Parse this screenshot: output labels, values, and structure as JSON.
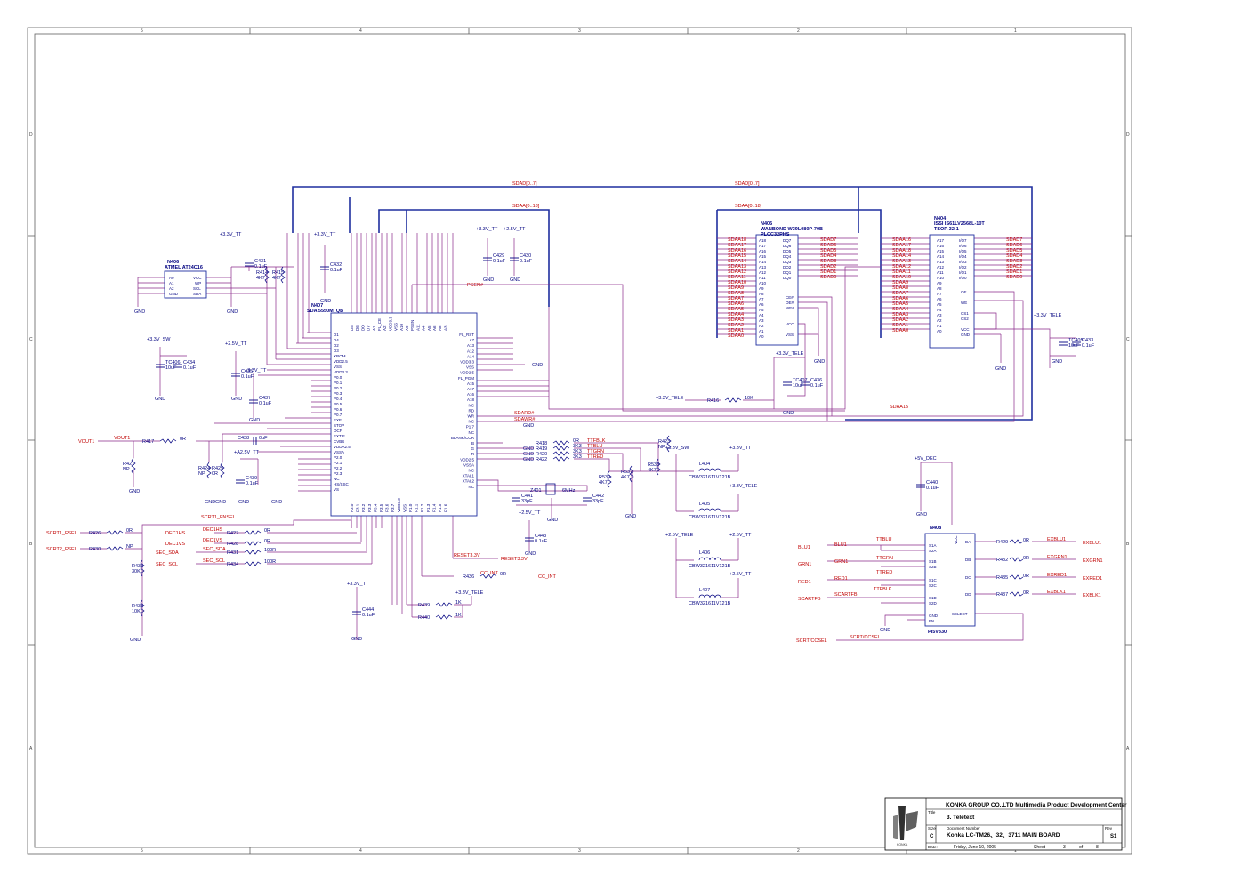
{
  "sheet": {
    "frame_cols": [
      "5",
      "4",
      "3",
      "2",
      "1"
    ],
    "frame_rows": [
      "D",
      "C",
      "B",
      "A"
    ]
  },
  "title_block": {
    "company": "KONKA GROUP CO.,LTD Multimedia Product Development Center",
    "title_label": "Title",
    "title": "3. Teletext",
    "size_label": "Size",
    "size": "C",
    "docnum_label": "Document Number",
    "docnum": "Konka LC-TM26、32、3711 MAIN BOARD",
    "rev_label": "Rev",
    "rev": "S1",
    "date_label": "Date:",
    "date": "Friday, June 10, 2005",
    "sheet_label": "Sheet",
    "sheet_num": "3",
    "of_label": "of",
    "sheet_total": "8",
    "logo_sub": "KONKA"
  },
  "buses": {
    "sdad": "SDAD[0..7]",
    "sdaa": "SDAA[0..18]",
    "sdaa15": "SDAA15"
  },
  "n407": {
    "ref": "N407",
    "part": "SDA 5550M_QB",
    "left_pins": [
      "D1",
      "D4",
      "D2",
      "D3",
      "XROM",
      "VDD2.5",
      "VSS",
      "VDD3.3",
      "P0.0",
      "P0.1",
      "P0.2",
      "P0.3",
      "P0.4",
      "P0.5",
      "P0.6",
      "P0.7",
      "EXE",
      "STOP",
      "OCF",
      "EXTIF",
      "CVBS",
      "VDDA2.5",
      "VSSA",
      "P2.0",
      "P2.1",
      "P2.2",
      "P2.3",
      "NC",
      "HS/SSC",
      "VS"
    ],
    "right_pins": [
      "FL_RST",
      "A7",
      "A13",
      "A12",
      "A14",
      "VDD3.3",
      "VSS",
      "VDD2.5",
      "FL_PGM",
      "A15",
      "A17",
      "A16",
      "A18",
      "NC",
      "RD",
      "WR",
      "NC",
      "P1.7",
      "NC",
      "BLANK/COR",
      "B",
      "G",
      "R",
      "VDD2.5",
      "VSSA",
      "NC",
      "XTAL1",
      "XTAL2",
      "NC"
    ],
    "top_pins": [
      "D5",
      "D6",
      "D0",
      "D7",
      "A1",
      "FL_CE",
      "A2",
      "VDD3.3",
      "VSS",
      "A10",
      "A9",
      "PSEN",
      "A11",
      "A4",
      "A5",
      "A6",
      "A8",
      "A3"
    ],
    "bottom_pins": [
      "P3.0",
      "P3.1",
      "P3.2",
      "P3.3",
      "P3.4",
      "P3.5",
      "P3.6",
      "P3.7",
      "VDD3.3",
      "VSS",
      "P1.0",
      "P1.1",
      "P1.2",
      "P1.3",
      "P1.4",
      "P1.5",
      "P1.6"
    ]
  },
  "n405": {
    "ref": "N405",
    "part": "WANBOND W39L080P-70B",
    "pkg": "PLCC32PHS",
    "addr_pins": [
      "A18",
      "A17",
      "A16",
      "A15",
      "A14",
      "A13",
      "A12",
      "A11",
      "A10",
      "A9",
      "A8",
      "A7",
      "A6",
      "A5",
      "A4",
      "A3",
      "A2",
      "A1",
      "A0"
    ],
    "addr_nets": [
      "SDAA18",
      "SDAA17",
      "SDAA16",
      "SDAA15",
      "SDAA14",
      "SDAA13",
      "SDAA12",
      "SDAA11",
      "SDAA10",
      "SDAA9",
      "SDAA8",
      "SDAA7",
      "SDAA6",
      "SDAA5",
      "SDAA4",
      "SDAA3",
      "SDAA2",
      "SDAA1",
      "SDAA0"
    ],
    "data_pins": [
      "DQ7",
      "DQ6",
      "DQ5",
      "DQ4",
      "DQ3",
      "DQ2",
      "DQ1",
      "DQ0"
    ],
    "data_nets": [
      "SDAD7",
      "SDAD6",
      "SDAD5",
      "SDAD4",
      "SDAD3",
      "SDAD2",
      "SDAD1",
      "SDAD0"
    ],
    "ctrl_pins": [
      "CE#",
      "OE#",
      "WE#",
      "VCC",
      "VSS"
    ]
  },
  "n404": {
    "ref": "N404",
    "part": "ISSI IS61LV2568L-10T",
    "pkg": "TSOP-32-1",
    "addr_pins": [
      "A17",
      "A16",
      "A15",
      "A14",
      "A13",
      "A12",
      "A11",
      "A10",
      "A9",
      "A8",
      "A7",
      "A6",
      "A5",
      "A4",
      "A3",
      "A2",
      "A1",
      "A0"
    ],
    "addr_nets": [
      "SDAA16",
      "SDAA17",
      "SDAA18",
      "SDAA14",
      "SDAA13",
      "SDAA12",
      "SDAA11",
      "SDAA10",
      "SDAA9",
      "SDAA8",
      "SDAA7",
      "SDAA6",
      "SDAA5",
      "SDAA4",
      "SDAA3",
      "SDAA2",
      "SDAA1",
      "SDAA0"
    ],
    "data_pins": [
      "I/O7",
      "I/O6",
      "I/O5",
      "I/O4",
      "I/O3",
      "I/O2",
      "I/O1",
      "I/O0"
    ],
    "data_nets": [
      "SDAD7",
      "SDAD6",
      "SDAD5",
      "SDAD4",
      "SDAD3",
      "SDAD2",
      "SDAD1",
      "SDAD0"
    ],
    "ctrl_pins": [
      "OE",
      "WE",
      "CS1",
      "CS2",
      "VCC",
      "GND"
    ]
  },
  "n406": {
    "ref": "N406",
    "part": "ATMEL AT24C16",
    "pins": [
      "A0",
      "A1",
      "A2",
      "GND",
      "VCC",
      "WP",
      "SCL",
      "SDA"
    ]
  },
  "n408": {
    "ref": "N408",
    "part": "PI5V330",
    "left_pins": [
      "S1A",
      "S2A",
      "S1B",
      "S2B",
      "S1C",
      "S2C",
      "S1D",
      "S2D",
      "GND",
      "EN"
    ],
    "right_pins": [
      "DA",
      "DB",
      "DC",
      "DD",
      "SELECT"
    ],
    "vcc": "VCC",
    "in_nets": [
      "TTBLU",
      "BLU1",
      "TTGRN",
      "GRN1",
      "TTRED",
      "RED1",
      "TTFBLK",
      "SCARTFB"
    ],
    "ports_in": [
      "BLU1",
      "GRN1",
      "RED1",
      "SCARTFB"
    ],
    "resistors": [
      "R429",
      "R432",
      "R435",
      "R437"
    ],
    "res_vals": "0R",
    "out_nets": [
      "EXBLU1",
      "EXGRN1",
      "EXRED1",
      "EXBLK1"
    ]
  },
  "labels": {
    "v33tt": "+3.3V_TT",
    "v25tt": "+2.5V_TT",
    "v33sw": "+3.3V_SW",
    "v33tele": "+3.3V_TELE",
    "v25tele": "+2.5V_TELE",
    "a25tt": "+A2.5V_TT",
    "v5dec": "+5V_DEC",
    "gnd": "GND",
    "psen": "PSEN#",
    "sdard": "SDARD#",
    "sdawr": "SDAWR#",
    "vout1": "VOUT1",
    "scart1_fsel": "SCRT1_FSEL",
    "scart2_fsel": "SCRT2_FSEL",
    "dec1hs": "DEC1HS",
    "dec1vs": "DEC1VS",
    "sec_sda": "SEC_SDA",
    "sec_scl": "SEC_SCL",
    "reset": "RESET3.3V",
    "cc_int": "CC_INT",
    "scrt_ccsel": "SCRT/CCSEL",
    "ttblk": "TTFBLK",
    "ttblu": "TTBLU",
    "ttgrn": "TTGRN",
    "ttred": "TTRED",
    "scrt1_fnsel": "SCRT1_FNSEL"
  },
  "parts": {
    "R417": "R417",
    "R417v": "0R",
    "R421": "R421",
    "R421v": "NP",
    "R424": "R424",
    "R424v": "NP",
    "R425": "R425",
    "R425v": "0R",
    "R426": "R426",
    "R426v": "0R",
    "R430": "R430",
    "R430v": "NP",
    "R433": "R433",
    "R433v": "30K",
    "R438": "R438",
    "R438v": "10K",
    "R427": "R427",
    "R427v": "0R",
    "R428": "R428",
    "R428v": "0R",
    "R431": "R431",
    "R431v": "100R",
    "R434": "R434",
    "R434v": "100R",
    "R436": "R436",
    "R436v": "0R",
    "R439": "R439",
    "R439v": "1K",
    "R440": "R440",
    "R440v": "1K",
    "R416": "R416",
    "R416v": "10K",
    "R414": "R414",
    "R414v": "4K7",
    "R415": "R415",
    "R415v": "4K7",
    "R418": "R418",
    "R418v": "0R",
    "R419": "R419",
    "R419v": "3K3",
    "R420": "R420",
    "R420v": "3K3",
    "R422": "R422",
    "R422v": "3K3",
    "R539": "R539",
    "R539v": "4K7",
    "R537": "R537",
    "R537v": "4K7",
    "R538": "R538",
    "R538v": "4K7",
    "R423": "R423",
    "R423v": "NP",
    "C431": "C431",
    "C431v": "0.1uF",
    "C432": "C432",
    "C432v": "0.1uF",
    "C429": "C429",
    "C429v": "0.1uF",
    "C430": "C430",
    "C430v": "0.1uF",
    "C434": "C434",
    "C434v": "0.1uF",
    "TC406": "TC406",
    "TC406v": "10uF",
    "C435": "C435",
    "C435v": "0.1uF",
    "C437": "C437",
    "C437v": "0.1uF",
    "C438": "C438",
    "C438v": "0uF",
    "C439": "C439",
    "C439v": "0.1uF",
    "C441": "C441",
    "C441v": "33pF",
    "C442": "C442",
    "C442v": "33pF",
    "Z401": "Z401",
    "Z401v": "6MHz",
    "C443": "C443",
    "C443v": "0.1uF",
    "C444": "C444",
    "C444v": "0.1uF",
    "C436": "C436",
    "C436v": "0.1uF",
    "TC407": "TC407",
    "TC407v": "10uF",
    "TC405": "TC405",
    "TC405v": "10uF",
    "C433": "C433",
    "C433v": "0.1uF",
    "C440": "C440",
    "C440v": "0.1uF",
    "L404": "L404",
    "L405": "L405",
    "L406": "L406",
    "L407": "L407",
    "Lv": "CBW321611V121B"
  }
}
